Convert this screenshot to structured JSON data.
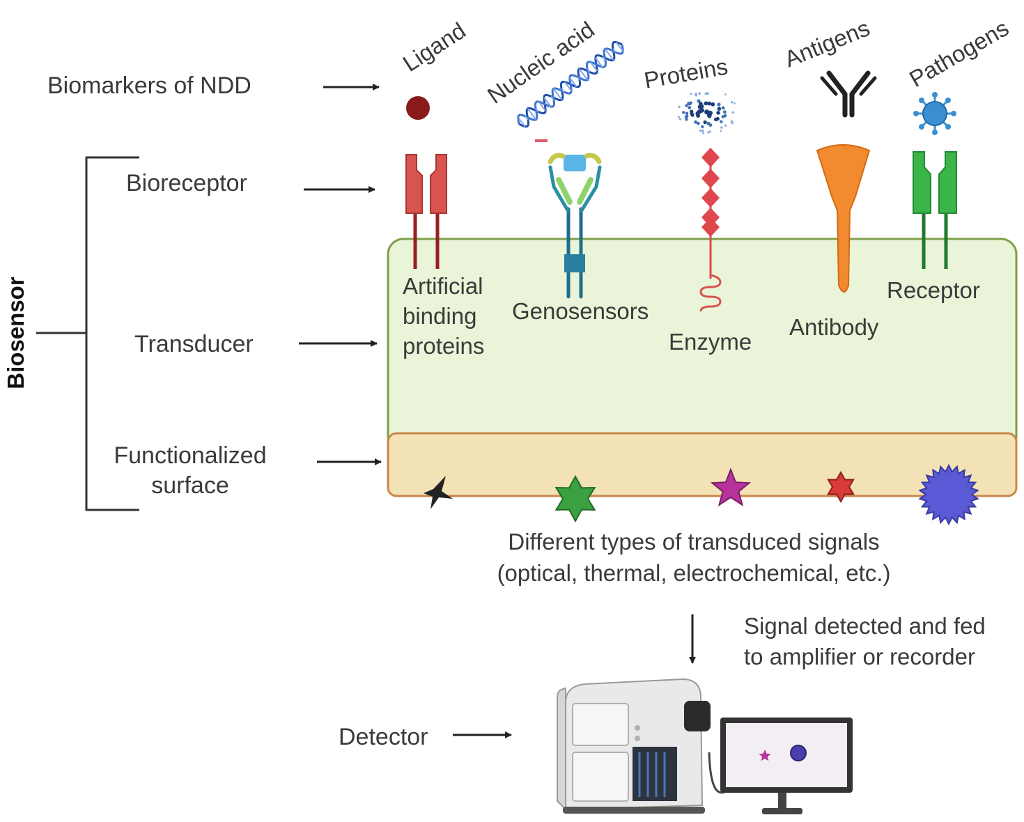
{
  "left_labels": {
    "biomarkers": "Biomarkers of NDD",
    "bioreceptor": "Bioreceptor",
    "transducer": "Transducer",
    "functionalized_line1": "Functionalized",
    "functionalized_line2": "surface",
    "biosensor": "Biosensor",
    "detector": "Detector"
  },
  "biomarkers": [
    "Ligand",
    "Nucleic acid",
    "Proteins",
    "Antigens",
    "Pathogens"
  ],
  "bioreceptors": {
    "artificial_line1": "Artificial",
    "artificial_line2": "binding",
    "artificial_line3": "proteins",
    "genosensors": "Genosensors",
    "enzyme": "Enzyme",
    "antibody": "Antibody",
    "receptor": "Receptor"
  },
  "signals": {
    "line1": "Different types of transduced signals",
    "line2": "(optical, thermal, electrochemical, etc.)"
  },
  "detection": {
    "line1": "Signal detected and fed",
    "line2": "to amplifier or recorder"
  },
  "colors": {
    "transducer_fill": "#eaf4d8",
    "transducer_stroke": "#7ea04a",
    "surface_fill": "#f3e2b6",
    "surface_stroke": "#c9874a",
    "ligand": "#8a1a1a",
    "artificial_protein": "#d9534f",
    "enzyme": "#e0474c",
    "antibody": "#f28a30",
    "receptor": "#3bb54a",
    "dna": "#1f4fa8",
    "pathogen": "#3a8fd1"
  }
}
